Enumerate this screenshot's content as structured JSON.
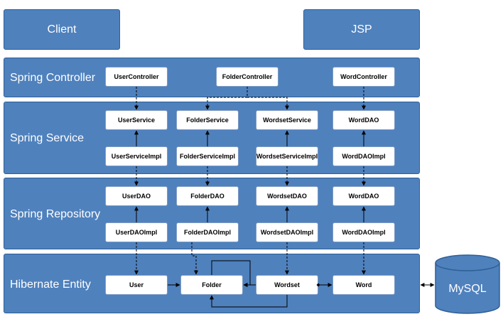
{
  "top": {
    "client": "Client",
    "jsp": "JSP"
  },
  "layers": {
    "controller": {
      "label": "Spring Controller",
      "components": [
        "UserController",
        "FolderController",
        "WordController"
      ]
    },
    "service": {
      "label": "Spring Service",
      "interfaces": [
        "UserService",
        "FolderService",
        "WordsetService",
        "WordDAO"
      ],
      "impls": [
        "UserServiceImpl",
        "FolderServiceImpl",
        "WordsetServiceImpl",
        "WordDAOImpl"
      ]
    },
    "repository": {
      "label": "Spring Repository",
      "interfaces": [
        "UserDAO",
        "FolderDAO",
        "WordsetDAO",
        "WordDAO"
      ],
      "impls": [
        "UserDAOImpl",
        "FolderDAOImpl",
        "WordsetDAOImpl",
        "WordDAOImpl"
      ]
    },
    "entity": {
      "label": "Hibernate Entity",
      "components": [
        "User",
        "Folder",
        "Wordset",
        "Word"
      ]
    }
  },
  "database": {
    "label": "MySQL"
  },
  "colors": {
    "layer_fill": "#4f81bd",
    "layer_border": "#2e5f94",
    "box_fill": "#ffffff",
    "wire": "#000000"
  }
}
